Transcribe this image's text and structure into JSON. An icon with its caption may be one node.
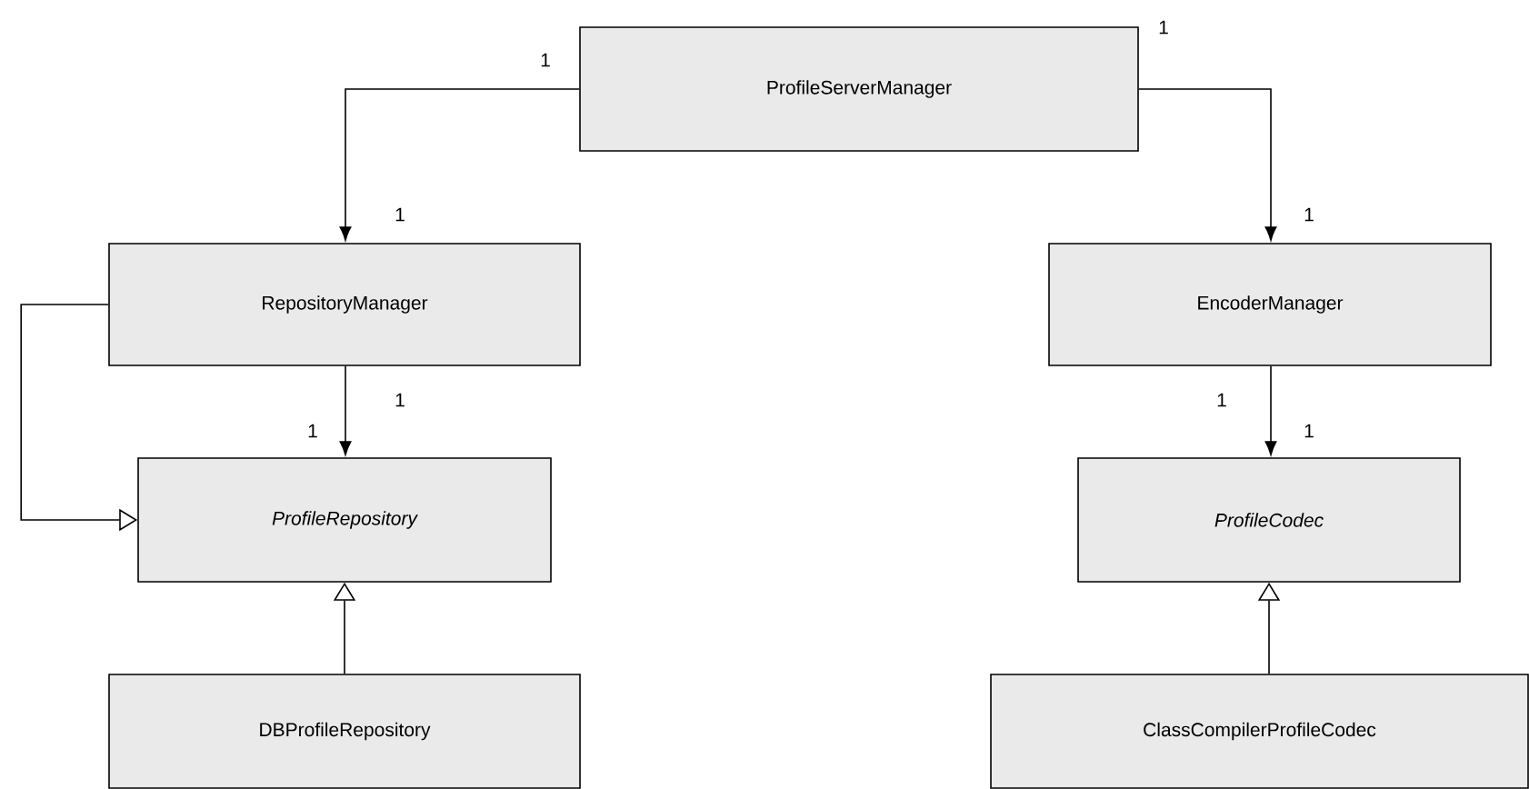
{
  "diagram": {
    "nodes": [
      {
        "text": [
          "ProfileServerManager"
        ]
      },
      {
        "text": [
          "RepositoryManager"
        ]
      },
      {
        "text": [
          "EncoderManager"
        ]
      },
      {
        "text": [
          "ProfileRepository"
        ]
      },
      {
        "text": [
          "ProfileCodec"
        ]
      },
      {
        "text": [
          "DBProfileRepository"
        ]
      },
      {
        "text": [
          "ClassCompilerProfileCodec"
        ]
      }
    ],
    "edges": [
      {
        "from": 0,
        "to": 1,
        "arrow": "to"
      },
      {
        "from": 0,
        "to": 2,
        "arrow": "to"
      },
      {
        "from": 1,
        "to": 3,
        "arrow": "to"
      },
      {
        "from": 2,
        "to": 4,
        "arrow": "to"
      },
      {
        "from": 1,
        "to": 3,
        "arrow": "to"
      },
      {
        "from": 5,
        "to": 3,
        "arrow": "to"
      },
      {
        "from": 6,
        "to": 4,
        "arrow": "to"
      }
    ],
    "labels": [
      "1",
      "1",
      "1",
      "1",
      "1",
      "1",
      "1",
      "1"
    ]
  }
}
